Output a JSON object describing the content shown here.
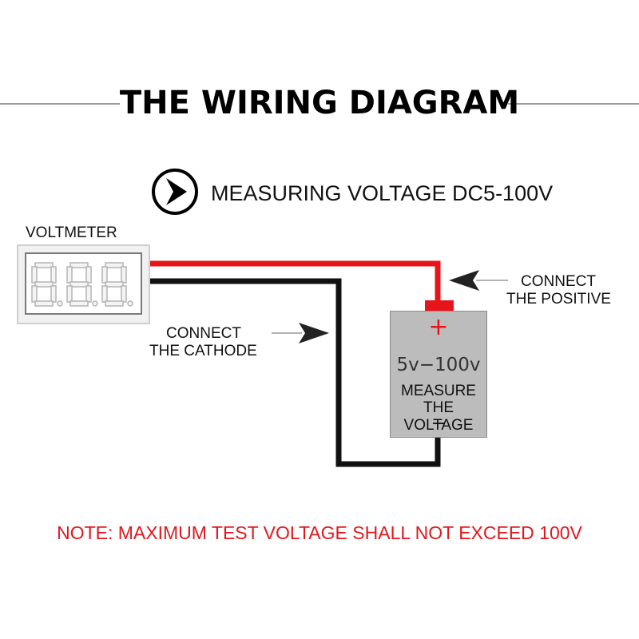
{
  "diagram": {
    "title": "THE WIRING DIAGRAM",
    "subtitle": "MEASURING VOLTAGE DC5-100V",
    "voltmeter": {
      "label": "VOLTMETER",
      "display_digits": [
        "8.",
        "8.",
        "8."
      ]
    },
    "battery": {
      "positive_symbol": "+",
      "negative_symbol": "−",
      "range": "5v−100v",
      "line1": "MEASURE",
      "line2": "THE",
      "line3": "VOLTAGE"
    },
    "labels": {
      "positive_line1": "CONNECT",
      "positive_line2": "THE POSITIVE",
      "cathode_line1": "CONNECT",
      "cathode_line2": "THE CATHODE"
    },
    "note": "NOTE: MAXIMUM TEST VOLTAGE SHALL NOT EXCEED 100V",
    "colors": {
      "positive_wire": "#e8141c",
      "negative_wire": "#111111",
      "battery_body": "#bcbcbc",
      "note_text": "#e0181e",
      "digit_segment": "#b8b8b8"
    },
    "icons": [
      "play-arrow-icon",
      "arrow-left-icon",
      "arrow-right-icon"
    ]
  }
}
